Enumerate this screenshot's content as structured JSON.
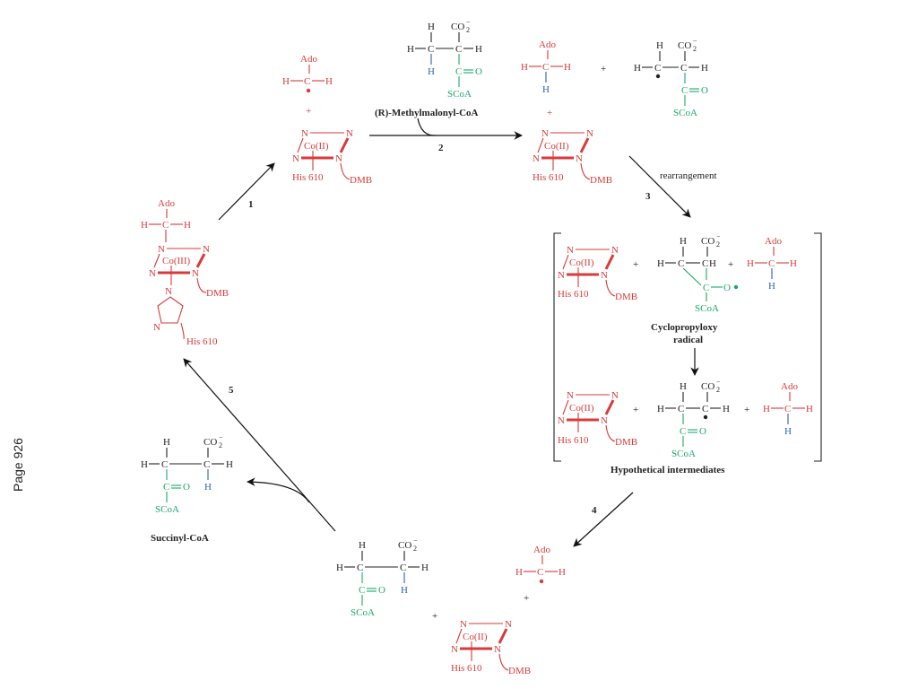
{
  "page_label": "Page 926",
  "labels": {
    "ado": "Ado",
    "his610": "His 610",
    "dmb": "DMB",
    "co2": "Co(II)",
    "co3": "Co(III)",
    "scoa": "SCoA",
    "h": "H",
    "n": "N",
    "c": "C",
    "o": "O",
    "plus": "+",
    "co2minus": "CO",
    "co2sub": "2",
    "co2sup": "−"
  },
  "captions": {
    "methylmalonyl": "(R)-Methylmalonyl-CoA",
    "succinyl": "Succinyl-CoA",
    "cyclopropyloxy_1": "Cyclopropyloxy",
    "cyclopropyloxy_2": "radical",
    "hypothetical": "Hypothetical intermediates",
    "rearrangement": "rearrangement"
  },
  "steps": {
    "s1": "1",
    "s2": "2",
    "s3": "3",
    "s4": "4",
    "s5": "5"
  },
  "colors": {
    "red": "#d93a3a",
    "green": "#1aa86a",
    "blue": "#2a62b0",
    "black": "#222222"
  }
}
